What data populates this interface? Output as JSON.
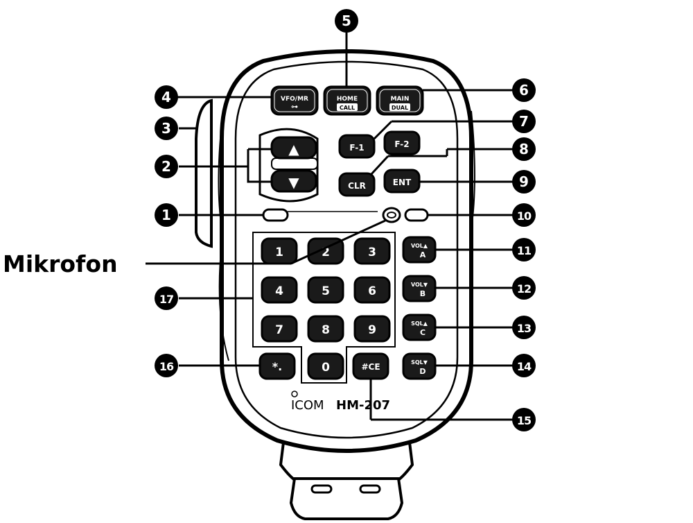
{
  "mic_label": "Mikrofon",
  "brand": "ICOM",
  "model": "HM-207",
  "numbers": [
    "1",
    "2",
    "3",
    "4",
    "5",
    "6",
    "7",
    "8",
    "9",
    "10",
    "11",
    "12",
    "13",
    "14",
    "15",
    "16",
    "17"
  ],
  "keys": {
    "vfo_mr": {
      "main": "VFO/MR",
      "sub": "⊶"
    },
    "home_call": {
      "main": "HOME",
      "sub": "CALL"
    },
    "main_dual": {
      "main": "MAIN",
      "sub": "DUAL"
    },
    "up": "▲",
    "down": "▼",
    "f1": "F-1",
    "f2": "F-2",
    "clr": "CLR",
    "ent": "ENT",
    "digits": [
      "1",
      "2",
      "3",
      "4",
      "5",
      "6",
      "7",
      "8",
      "9",
      "0"
    ],
    "star": "*.",
    "hash": "#CE",
    "vol_up": {
      "main": "VOL▲",
      "sub": "A"
    },
    "vol_down": {
      "main": "VOL▼",
      "sub": "B"
    },
    "sql_up": {
      "main": "SQL▲",
      "sub": "C"
    },
    "sql_down": {
      "main": "SQL▼",
      "sub": "D"
    }
  }
}
